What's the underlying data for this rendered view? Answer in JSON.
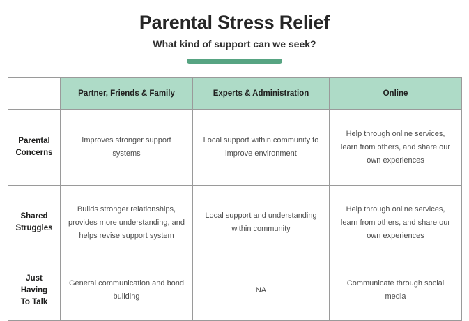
{
  "header": {
    "title": "Parental Stress Relief",
    "subtitle": "What kind of support can we seek?",
    "divider_color": "#57a482"
  },
  "theme": {
    "header_cell_bg": "#aedbc7",
    "border_color": "#9a9a9a",
    "title_color": "#262626",
    "body_text_color": "#4c4c4c"
  },
  "table": {
    "corner_label": "",
    "columns": [
      "Partner, Friends & Family",
      "Experts & Administration",
      "Online"
    ],
    "rows": [
      {
        "label": "Parental Concerns",
        "cells": [
          "Improves stronger support systems",
          "Local support within community to improve environment",
          "Help through online services, learn from others, and share our own experiences"
        ]
      },
      {
        "label": "Shared Struggles",
        "cells": [
          "Builds stronger relationships, provides more understanding, and helps revise support system",
          "Local support and understanding within community",
          "Help through online services, learn from others, and share our own experiences"
        ]
      },
      {
        "label": "Just Having To Talk",
        "cells": [
          "General communication and bond building",
          "NA",
          "Communicate through social media"
        ]
      }
    ]
  }
}
